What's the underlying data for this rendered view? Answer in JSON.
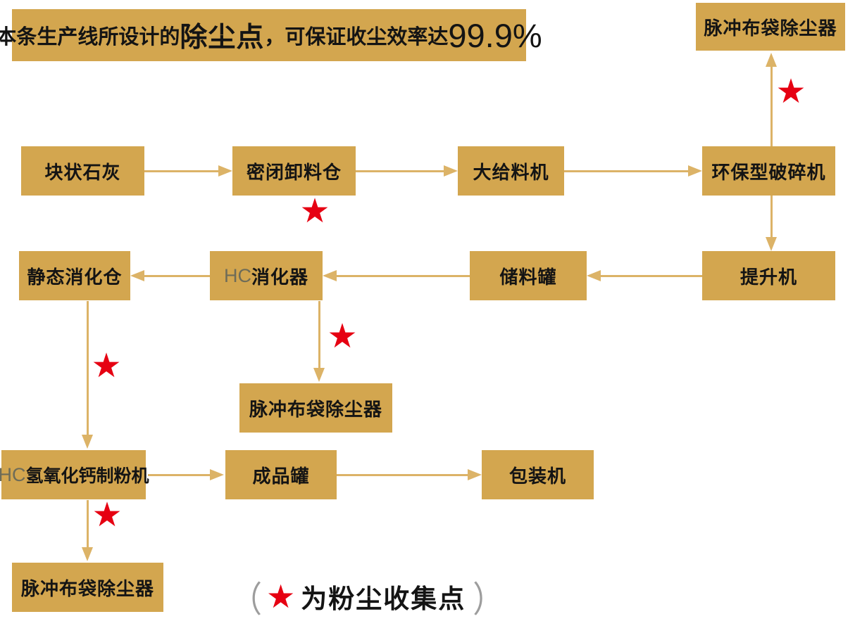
{
  "banner": {
    "text_prefix": "本条生产线所设计的",
    "text_highlight": "除尘点",
    "text_middle": "，可保证收尘效率达",
    "text_value": "99.9%"
  },
  "nodes": {
    "dust_collector_top": "脉冲布袋除尘器",
    "lump_lime": "块状石灰",
    "sealed_unloading_bin": "密闭卸料仓",
    "large_feeder": "大给料机",
    "eco_crusher": "环保型破碎机",
    "bucket_elevator": "提升机",
    "storage_tank": "储料罐",
    "hc_digester_prefix": "HC",
    "hc_digester_label": "消化器",
    "static_digestion_bin": "静态消化仓",
    "dust_collector_mid": "脉冲布袋除尘器",
    "hc_mill_prefix": "HC",
    "hc_mill_label": "氢氧化钙制粉机",
    "finished_tank": "成品罐",
    "packing_machine": "包装机",
    "dust_collector_bottom": "脉冲布袋除尘器"
  },
  "edges": [
    {
      "from": "lump_lime",
      "to": "sealed_unloading_bin"
    },
    {
      "from": "sealed_unloading_bin",
      "to": "large_feeder"
    },
    {
      "from": "large_feeder",
      "to": "eco_crusher"
    },
    {
      "from": "eco_crusher",
      "to": "dust_collector_top"
    },
    {
      "from": "eco_crusher",
      "to": "bucket_elevator"
    },
    {
      "from": "bucket_elevator",
      "to": "storage_tank"
    },
    {
      "from": "storage_tank",
      "to": "hc_digester"
    },
    {
      "from": "hc_digester",
      "to": "static_digestion_bin"
    },
    {
      "from": "hc_digester",
      "to": "dust_collector_mid"
    },
    {
      "from": "static_digestion_bin",
      "to": "hc_mill"
    },
    {
      "from": "hc_mill",
      "to": "finished_tank"
    },
    {
      "from": "finished_tank",
      "to": "packing_machine"
    },
    {
      "from": "hc_mill",
      "to": "dust_collector_bottom"
    }
  ],
  "dust_collection_points": [
    "sealed_unloading_bin",
    "eco_crusher_to_dust_collector_top",
    "hc_digester_to_dust_collector_mid",
    "static_digestion_bin_to_hc_mill",
    "hc_mill_to_dust_collector_bottom"
  ],
  "star_symbol": "★",
  "legend": {
    "open_paren": "（",
    "star": "★",
    "label": "为粉尘收集点",
    "close_paren": "）"
  },
  "colors": {
    "box_gold": "#d3a64f",
    "arrow_gold": "#dcb367",
    "star_red": "#e60012",
    "text_black": "#141414",
    "hc_gray": "#6e6c58"
  }
}
